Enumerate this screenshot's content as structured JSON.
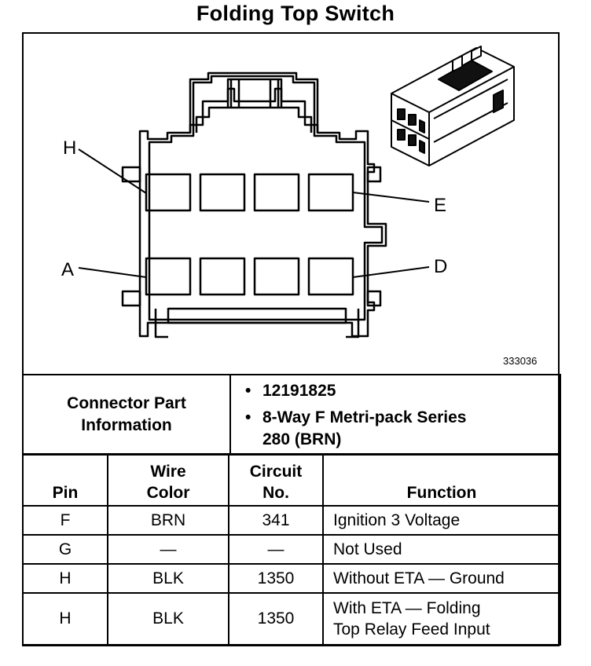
{
  "title": "Folding Top Switch",
  "diagram": {
    "labels": {
      "h": "H",
      "e": "E",
      "a": "A",
      "d": "D"
    },
    "reference_number": "333036"
  },
  "connector_info": {
    "label_line1": "Connector Part",
    "label_line2": "Information",
    "bullets": [
      "12191825",
      "8-Way F Metri-pack Series",
      "280 (BRN)"
    ]
  },
  "table": {
    "headers": {
      "pin": "Pin",
      "wire_line1": "Wire",
      "wire_line2": "Color",
      "circuit_line1": "Circuit",
      "circuit_line2": "No.",
      "function": "Function"
    },
    "rows": [
      {
        "pin": "F",
        "color": "BRN",
        "circuit": "341",
        "function": "Ignition 3 Voltage"
      },
      {
        "pin": "G",
        "color": "—",
        "circuit": "—",
        "function": "Not Used"
      },
      {
        "pin": "H",
        "color": "BLK",
        "circuit": "1350",
        "function": "Without ETA — Ground"
      },
      {
        "pin": "H",
        "color": "BLK",
        "circuit": "1350",
        "function_line1": "With ETA — Folding",
        "function_line2": "Top Relay Feed Input"
      }
    ]
  }
}
